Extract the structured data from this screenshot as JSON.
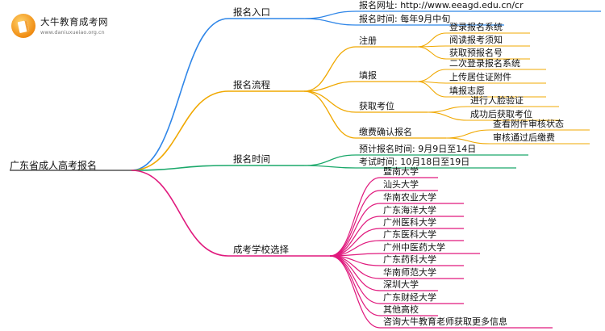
{
  "logo": {
    "title": "大牛教育成考网",
    "url": "www.daniuxueiao.org.cn"
  },
  "root": {
    "label": "广东省成人高考报名"
  },
  "branches": [
    {
      "label": "报名入口",
      "color": "#2f86e8",
      "children": [
        {
          "label": "报名网址: http://www.eeagd.edu.cn/cr"
        },
        {
          "label": "报名时间: 每年9月中旬"
        }
      ]
    },
    {
      "label": "报名流程",
      "color": "#f0a800",
      "children": [
        {
          "label": "注册",
          "children": [
            {
              "label": "登录报名系统"
            },
            {
              "label": "阅读报考须知"
            },
            {
              "label": "获取预报名号"
            }
          ]
        },
        {
          "label": "填报",
          "children": [
            {
              "label": "二次登录报名系统"
            },
            {
              "label": "上传居住证附件"
            },
            {
              "label": "填报志愿"
            }
          ]
        },
        {
          "label": "获取考位",
          "children": [
            {
              "label": "进行人脸验证"
            },
            {
              "label": "成功后获取考位"
            }
          ]
        },
        {
          "label": "缴费确认报名",
          "children": [
            {
              "label": "查看附件审核状态"
            },
            {
              "label": "审核通过后缴费"
            }
          ]
        }
      ]
    },
    {
      "label": "报名时间",
      "color": "#1aa86a",
      "children": [
        {
          "label": "预计报名时间: 9月9日至14日"
        },
        {
          "label": "考试时间: 10月18日至19日"
        }
      ]
    },
    {
      "label": "成考学校选择",
      "color": "#e0197d",
      "children": [
        {
          "label": "暨南大学"
        },
        {
          "label": "汕头大学"
        },
        {
          "label": "华南农业大学"
        },
        {
          "label": "广东海洋大学"
        },
        {
          "label": "广州医科大学"
        },
        {
          "label": "广东医科大学"
        },
        {
          "label": "广州中医药大学"
        },
        {
          "label": "广东药科大学"
        },
        {
          "label": "华南师范大学"
        },
        {
          "label": "深圳大学"
        },
        {
          "label": "广东财经大学"
        },
        {
          "label": "其他高校"
        },
        {
          "label": "咨询大牛教育老师获取更多信息"
        }
      ]
    }
  ]
}
